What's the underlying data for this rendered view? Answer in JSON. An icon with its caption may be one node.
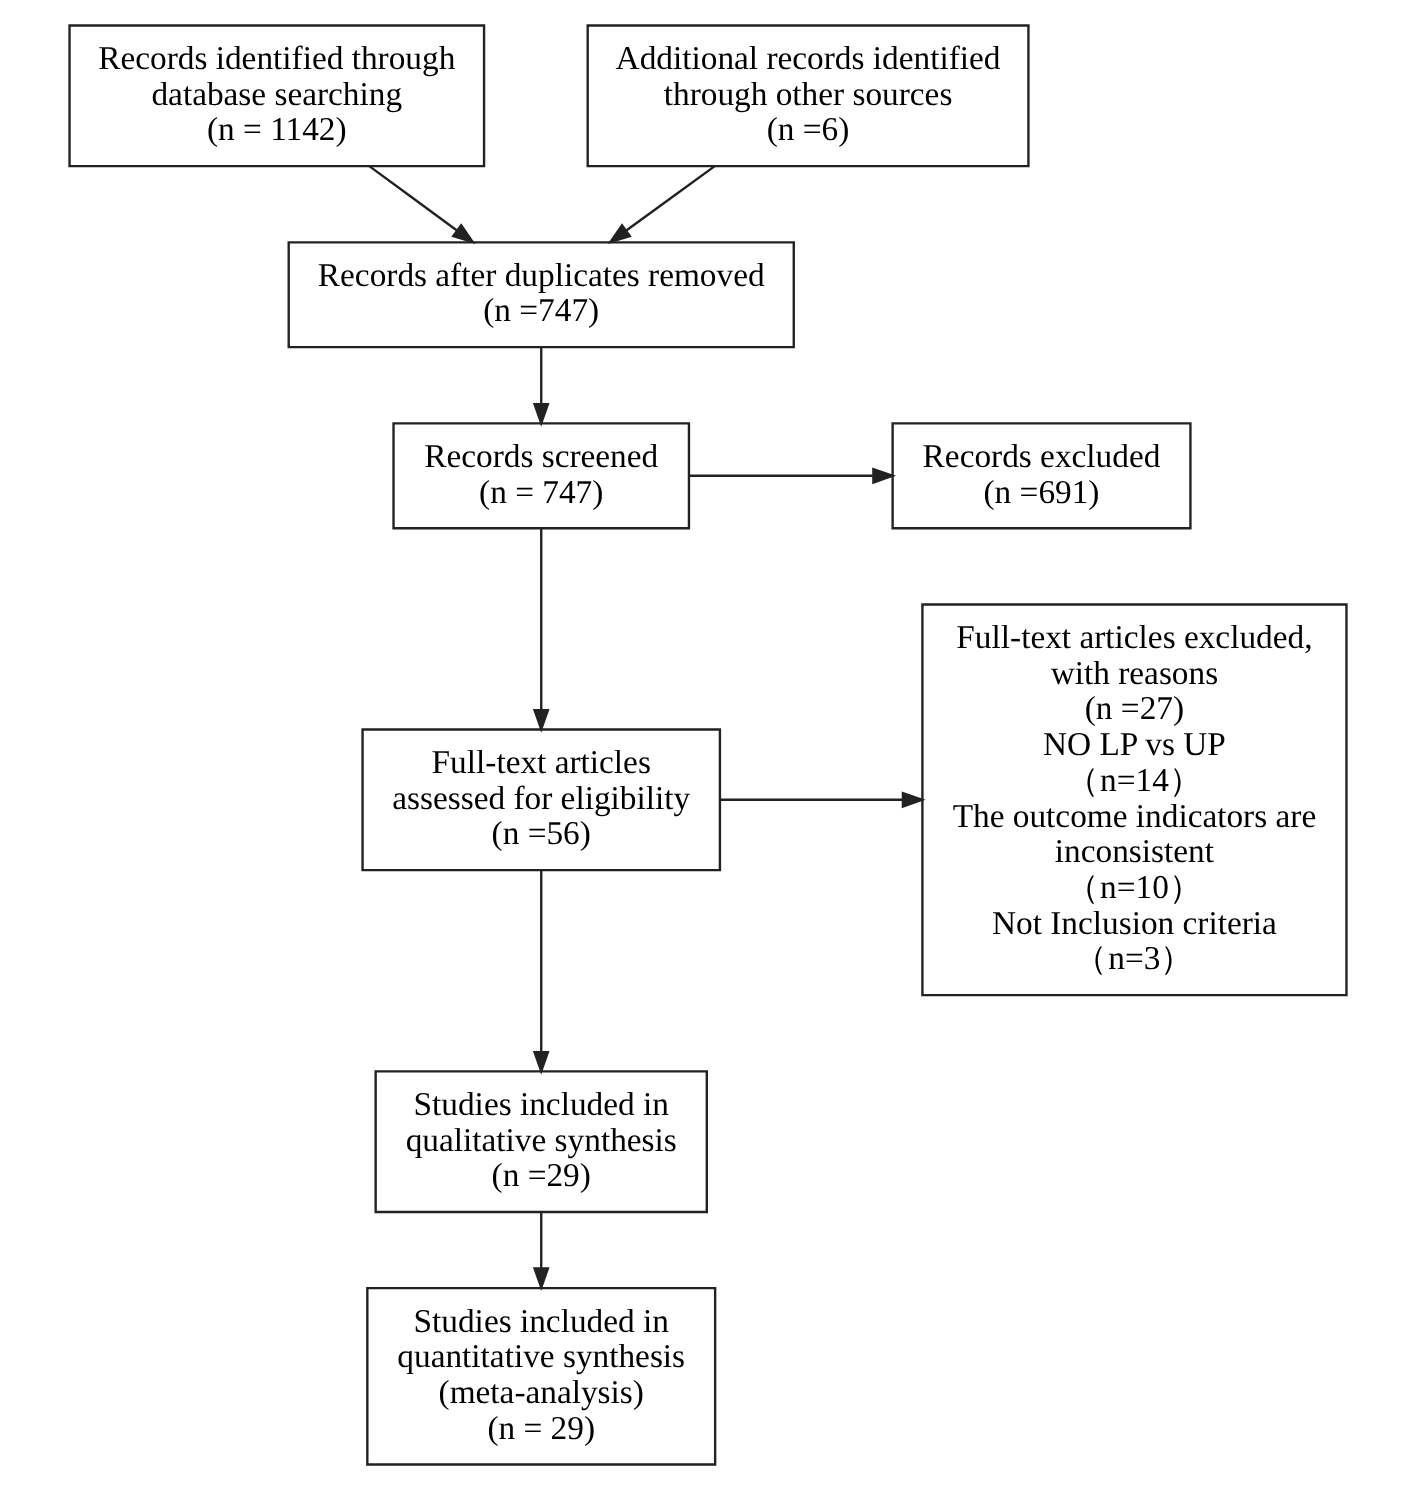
{
  "diagram": {
    "nodes": [
      {
        "text": [
          "Records identified through database searching",
          "(n = 1142)"
        ]
      },
      {
        "text": [
          "Additional records identified through other sources",
          "(n =6)"
        ]
      },
      {
        "text": [
          "Records after duplicates removed",
          "(n =747)"
        ]
      },
      {
        "text": [
          "Records screened",
          "(n = 747)"
        ]
      },
      {
        "text": [
          "Records excluded",
          "(n =691)"
        ]
      },
      {
        "text": [
          "Full-text articles assessed for eligibility",
          "(n =56)"
        ]
      },
      {
        "text": [
          "Full-text articles excluded, with reasons",
          "(n =27)",
          "NO LP vs UP",
          "（n=14）",
          "The outcome indicators are inconsistent",
          "（n=10）",
          "Not Inclusion criteria",
          "（n=3）"
        ]
      },
      {
        "text": [
          "Studies included in qualitative synthesis",
          "(n =29)"
        ]
      },
      {
        "text": [
          "Studies included in quantitative synthesis (meta-analysis)",
          "(n = 29)"
        ]
      }
    ],
    "edges": [
      {
        "from": 0,
        "to": 2,
        "arrow": "to"
      },
      {
        "from": 1,
        "to": 2,
        "arrow": "to"
      },
      {
        "from": 2,
        "to": 3,
        "arrow": "to"
      },
      {
        "from": 3,
        "to": 4,
        "arrow": "to"
      },
      {
        "from": 3,
        "to": 5,
        "arrow": "to"
      },
      {
        "from": 5,
        "to": 6,
        "arrow": "to"
      },
      {
        "from": 5,
        "to": 7,
        "arrow": "to"
      },
      {
        "from": 7,
        "to": 8,
        "arrow": "to"
      }
    ]
  }
}
